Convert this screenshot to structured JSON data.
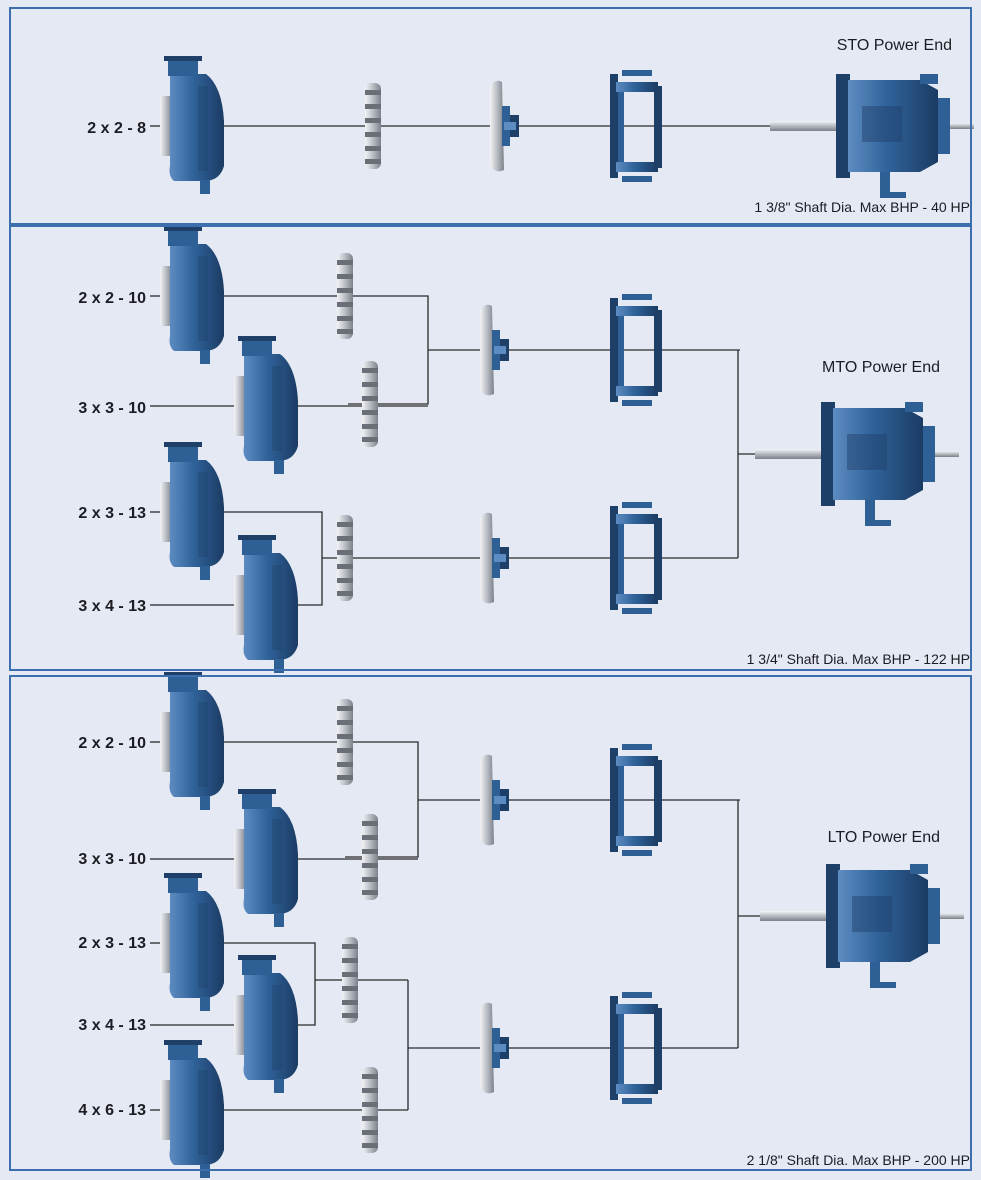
{
  "panels": [
    {
      "id": "sto",
      "title": "STO Power End",
      "footer": "1 3/8\" Shaft Dia. Max BHP - 40 HP",
      "pumps": [
        "2 x 2 - 8"
      ]
    },
    {
      "id": "mto",
      "title": "MTO Power End",
      "footer": "1 3/4\" Shaft Dia. Max BHP - 122 HP",
      "pumps": [
        "2 x 2 - 10",
        "3 x 3 - 10",
        "2 x 3 - 13",
        "3 x 4 - 13"
      ]
    },
    {
      "id": "lto",
      "title": "LTO Power End",
      "footer": "2 1/8\" Shaft Dia.  Max BHP - 200 HP",
      "pumps": [
        "2 x 2 - 10",
        "3 x 3 - 10",
        "2 x 3 - 13",
        "3 x 4 - 13",
        "4 x 6 - 13"
      ]
    }
  ],
  "colors": {
    "background": "#e4e9f3",
    "border": "#3d6fae",
    "part_blue": "#2e5f95",
    "part_dark": "#1e3f68",
    "impeller_silver": "#c9cdd3",
    "line": "#2a2a2a"
  }
}
